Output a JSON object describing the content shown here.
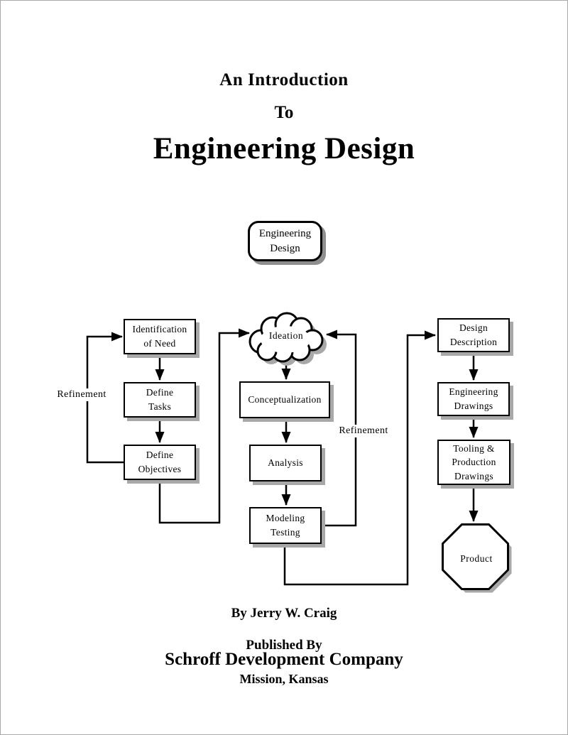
{
  "header": {
    "title_line1": "An Introduction",
    "title_line2": "To",
    "title_main": "Engineering Design"
  },
  "badge": {
    "label": "Engineering\nDesign"
  },
  "flowchart": {
    "nodes": {
      "identification": "Identification\nof Need",
      "define_tasks": "Define\nTasks",
      "define_objectives": "Define\nObjectives",
      "ideation": "Ideation",
      "conceptualization": "Conceptualization",
      "analysis": "Analysis",
      "modeling_testing": "Modeling\nTesting",
      "design_description": "Design\nDescription",
      "engineering_drawings": "Engineering\nDrawings",
      "tooling_production_drawings": "Tooling &\nProduction\nDrawings",
      "product": "Product"
    },
    "labels": {
      "refinement_left": "Refinement",
      "refinement_right": "Refinement"
    },
    "colors": {
      "ink": "#000000",
      "drop_shadow": "#a8a8a8",
      "background": "#ffffff"
    }
  },
  "footer": {
    "byline": "By Jerry W. Craig",
    "published_by": "Published By",
    "publisher": "Schroff Development Company",
    "location": "Mission, Kansas"
  }
}
